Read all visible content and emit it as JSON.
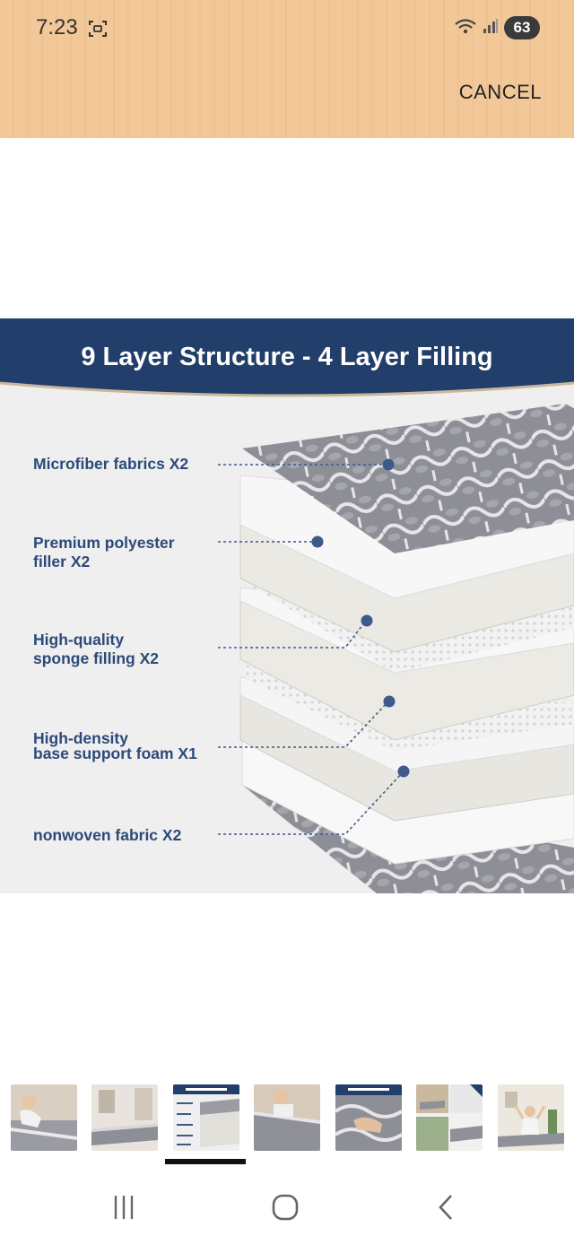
{
  "status_bar": {
    "time": "7:23",
    "battery": "63",
    "icons": [
      "screenshot-icon",
      "wifi-icon",
      "signal-icon"
    ]
  },
  "header": {
    "cancel_label": "CANCEL"
  },
  "product_image": {
    "banner_title": "9 Layer Structure - 4 Layer Filling",
    "layers": [
      {
        "label_lines": [
          "Microfiber fabrics X2"
        ]
      },
      {
        "label_lines": [
          "Premium polyester",
          "filler X2"
        ]
      },
      {
        "label_lines": [
          "High-quality",
          "sponge filling X2"
        ]
      },
      {
        "label_lines": [
          "High-density",
          "base support foam X1"
        ]
      },
      {
        "label_lines": [
          "nonwoven fabric X2"
        ]
      }
    ]
  },
  "gallery": {
    "thumbnail_count": 7,
    "active_index": 2
  },
  "nav_bar": {
    "buttons": [
      "recent-apps-icon",
      "home-icon",
      "back-icon"
    ]
  },
  "colors": {
    "top_bar": "#f3c899",
    "banner": "#223e6b",
    "label_text": "#2c4a79",
    "dot": "#3d5a8a"
  }
}
